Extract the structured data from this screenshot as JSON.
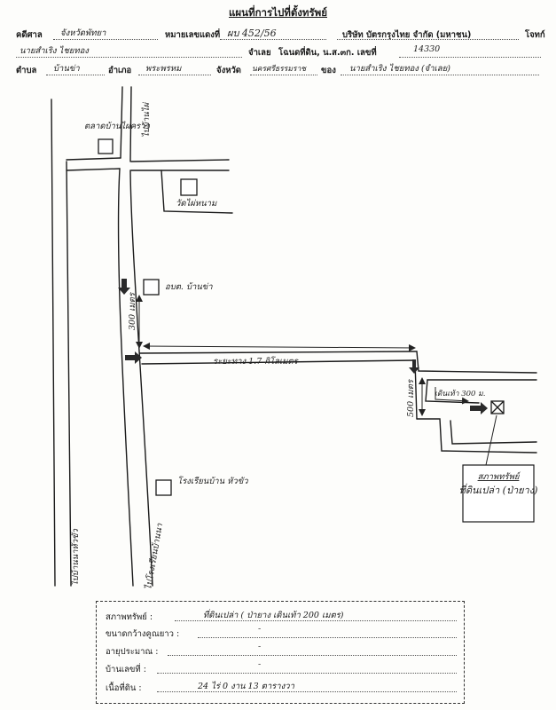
{
  "title": "แผนที่การไปที่ตั้งทรัพย์",
  "header": {
    "case_label": "คดีศาล",
    "court": "จังหวัดพัทยา",
    "black_case_label": "หมายเลขแดงที่",
    "black_case": "ผบ 452/56",
    "company": "บริษัท บัตรกรุงไทย จำกัด (มหาชน)",
    "plaintiff_label": "โจทก์",
    "defendant": "นายสำเริง ไชยทอง",
    "defendant_role": "จำเลย",
    "deed_label": "โฉนดที่ดิน, น.ส.๓ก. เลขที่",
    "deed_no": "14330",
    "tambon_label": "ตำบล",
    "tambon": "บ้านข่า",
    "amphoe_label": "อำเภอ",
    "amphoe": "พระพรหม",
    "province_label": "จังหวัด",
    "province": "นครศรีธรรมราช",
    "owner_label": "ของ",
    "owner": "นายสำเริง ไชยทอง (จำเลย)"
  },
  "map": {
    "market": "ตลาดบ้านไผ่คราว",
    "road_top": "ไปบ้านไผ่",
    "temple": "วัดไผ่หนาม",
    "health_station": "อบต. บ้านข่า",
    "dist_300": "300 เมตร",
    "dist_main": "ระยะทาง 1.7 กิโลเมตร",
    "dist_500": "500 เมตร",
    "walk": "เดินเท้า 300 ม.",
    "school": "โรงเรียนบ้าน หัวขัว",
    "road_left": "ไปบ้านนาหัวขัว",
    "road_bottom": "ไปโรงเรียนบ้านนา",
    "property_title": "สภาพทรัพย์",
    "property_desc": "ที่ดินเปล่า (ป่ายาง)"
  },
  "legend": {
    "condition_label": "สภาพทรัพย์ :",
    "condition": "ที่ดินเปล่า ( ป่ายาง เดินเท้า 200 เมตร)",
    "size_label": "ขนาดกว้างคูณยาว :",
    "size": "-",
    "age_label": "อายุประมาณ :",
    "age": "-",
    "house_label": "บ้านเลขที่ :",
    "house": "-",
    "area_label": "เนื้อที่ดิน :",
    "area": "24 ไร่ 0 งาน 13 ตารางวา"
  },
  "colors": {
    "ink": "#1a1a1a",
    "paper": "#fdfdfb",
    "arrow": "#2a2a2a"
  }
}
